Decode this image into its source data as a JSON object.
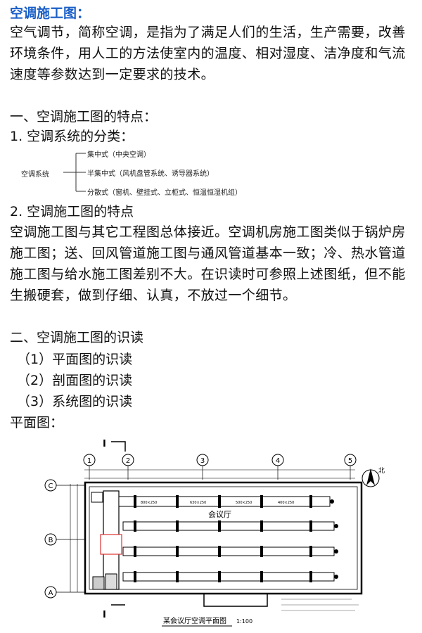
{
  "title": "空调施工图：",
  "intro": "空气调节，简称空调，是指为了满足人们的生活，生产需要，改善环境条件，用人工的方法使室内的温度、相对湿度、洁净度和气流速度等参数达到一定要求的技术。",
  "section1": "一、空调施工图的特点：",
  "sub1": "1. 空调系统的分类：",
  "classification": {
    "root": "空调系统",
    "branches": [
      "集中式（中央空调）",
      "半集中式（风机盘管系统、诱导器系统）",
      "分散式（窗机、壁挂式、立柜式、恒温恒湿机组）"
    ]
  },
  "sub2": "2. 空调施工图的特点",
  "features": "空调施工图与其它工程图总体接近。空调机房施工图类似于锅炉房施工图；送、回风管道施工图与通风管道基本一致；冷、热水管道施工图与给水施工图差别不大。在识读时可参照上述图纸，但不能生搬硬套，做到仔细、认真，不放过一个细节。",
  "section2": "二、空调施工图的识读",
  "reading_items": [
    "（1）平面图的识读",
    "（2）剖面图的识读",
    "（3）系统图的识读"
  ],
  "plan_label": "平面图：",
  "drawing": {
    "section_mark_top": "I",
    "section_mark_bottom": "I",
    "axis_numbers": [
      "1",
      "2",
      "3",
      "4",
      "5"
    ],
    "axis_letters": [
      "C",
      "B",
      "A"
    ],
    "room_label": "会议厅",
    "caption": "某会议厅空调平面图",
    "scale": "1:100",
    "north": "北",
    "duct_labels": [
      "800×250",
      "630×250",
      "500×250",
      "400×250"
    ]
  }
}
